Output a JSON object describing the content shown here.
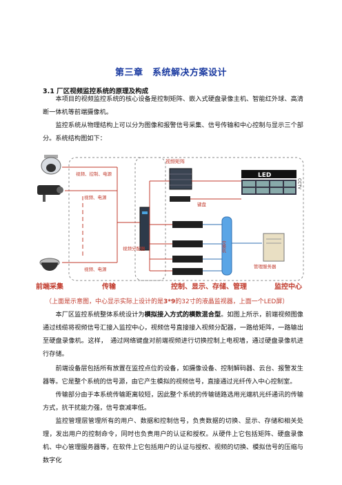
{
  "chapter_title": "第三章　系统解决方案设计",
  "section_title": "3.1 厂区视频监控系统的原理及构成",
  "para1": "本项目的视频监控系统的核心设备是控制矩阵、嵌入式硬盘录像主机、智能红外球、高清断一体机等前端摄像机。",
  "para2": "监控系统从物理结构上可以分为图像和报警信号采集、信号传输和中心控制与显示三个部分。系统结构图如下：",
  "diagram": {
    "labels": {
      "video_matrix": "视频矩阵",
      "led": "LED",
      "cctv": "CCTV",
      "keyboard": "键盘",
      "video_distributor": "视频分配器",
      "switch": "交换机",
      "mgmt_server": "管理服务器",
      "link1": "视频、控制、电源",
      "link2": "视频、电源",
      "link3": "视频、电源"
    },
    "sections": {
      "front": "前端采集",
      "transmission": "传输",
      "control": "控制、显示、存储、管理",
      "center": "监控中心"
    }
  },
  "caption": {
    "pre": "（上面是示意图，中心显示实际上设计的是",
    "highlight": "3*9",
    "post": "的32寸的液晶监视器，上面一个LED屏）"
  },
  "para3": {
    "pre": "本厂区监控系统整体系统设计为",
    "bold": "模拟接入方式的模数混合型",
    "post": "。如图上所示，前端视频图像通过线缆将视频信号汇接入监控中心，视频信号直接接入视频分配器，一路给矩阵，一路输出至硬盘录像机。这样，　通过网络键盘对前端视频进行切换控制上电视墙，通过硬盘录像机进行存储。"
  },
  "para4": "前端设备层包括所有放置在监控点位的设备，如摄像设备、控制解码器、云台、报警发生器等。它是整个系统的信号源，由它产生模拟的视频信号，直接通过光纤传入中心控制室。",
  "para5": "传输部分由于本系统传输距离较短，因此整个系统的传输链路选用光端机光纤通讯的传输方式，抗干扰能力强，信号衰减率低。",
  "para6": "监控管理层管理所有的用户、数据和控制信号，负责数据的切换、显示、存储和相关处理，发出用户的控制命令，同时也负责用户的认证和授权。从硬件上它包括矩阵、硬盘录像机、中心管理服务器等，在软件上它包括用户的认证与授权、视频的切换、模拟信号的压缩与数字化"
}
